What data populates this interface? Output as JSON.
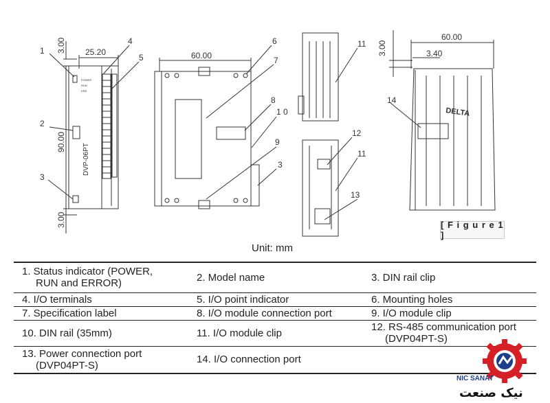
{
  "dimensions": {
    "d_3_00_top": "3.00",
    "d_25_20": "25.20",
    "d_90_00": "90.00",
    "d_3_00_bottom": "3.00",
    "d_60_00_mid": "60.00",
    "d_60_00_right": "60.00",
    "d_3_40": "3.40",
    "d_3_00_right": "3.00"
  },
  "callouts": [
    "1",
    "2",
    "3",
    "4",
    "5",
    "6",
    "7",
    "8",
    "9",
    "1 0",
    "3",
    "11",
    "12",
    "11",
    "13",
    "14"
  ],
  "module_text": {
    "model": "DVP-06PT",
    "leds": [
      "POWER",
      "RUN",
      "ERR"
    ],
    "brand": "DELTA"
  },
  "unit_label": "Unit: mm",
  "figure_label": "[ F i g u r e 1 ]",
  "legend": {
    "rows": [
      [
        "1. Status indicator (POWER,",
        "RUN and ERROR)",
        "2. Model name",
        "3. DIN rail clip"
      ],
      [
        "4. I/O terminals",
        "",
        "5. I/O point indicator",
        "6. Mounting holes"
      ],
      [
        "7. Specification label",
        "",
        "8. I/O module connection port",
        "9. I/O module clip"
      ],
      [
        "10. DIN rail (35mm)",
        "",
        "11. I/O module clip",
        "12. RS-485 communication port"
      ],
      [
        "13. Power connection port",
        "(DVP04PT-S)",
        "14. I/O connection port",
        ""
      ]
    ],
    "row4_col3_line2": "(DVP04PT-S)"
  },
  "logo": {
    "brand": "NIC SANAT",
    "persian": "نیک صنعت",
    "gear_color": "#d62027",
    "inner_color": "#1d3e8a"
  }
}
